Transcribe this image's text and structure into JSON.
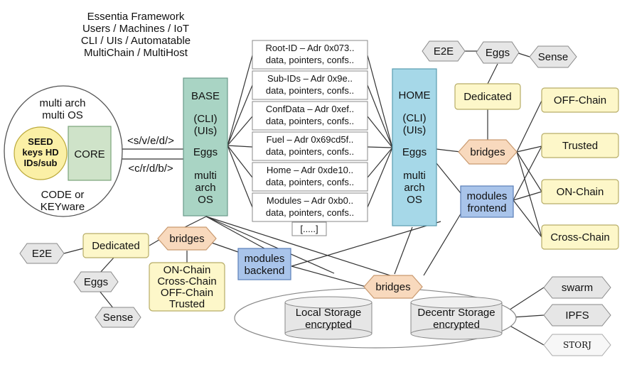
{
  "header": {
    "lines": [
      "Essentia Framework",
      "Users / Machines / IoT",
      "CLI / UIs / Automatable",
      "MultiChain / MultiHost"
    ]
  },
  "left_group": {
    "arch_lines": [
      "multi arch",
      "multi OS"
    ],
    "seed_lines": [
      "SEED",
      "keys HD",
      "IDs/sub"
    ],
    "core": "CORE",
    "code_lines": [
      "CODE or",
      "KEYware"
    ]
  },
  "links": {
    "s_path": "<s/v/e/d/>",
    "c_path": "<c/r/d/b/>"
  },
  "base_node": {
    "lines": [
      "BASE",
      "",
      "(CLI)",
      "(UIs)",
      "",
      "Eggs",
      "",
      "multi",
      "arch",
      "OS"
    ]
  },
  "home_node": {
    "lines": [
      "HOME",
      "",
      "(CLI)",
      "(UIs)",
      "",
      "Eggs",
      "",
      "multi",
      "arch",
      "OS"
    ]
  },
  "records": [
    {
      "title": "Root-ID – Adr 0x073..",
      "sub": "data, pointers, confs.."
    },
    {
      "title": "Sub-IDs – Adr 0x9e..",
      "sub": "data, pointers, confs.."
    },
    {
      "title": "ConfData – Adr 0xef..",
      "sub": "data, pointers, confs.."
    },
    {
      "title": "Fuel – Adr 0x69cd5f..",
      "sub": "data, pointers, confs.."
    },
    {
      "title": "Home – Adr 0xde10..",
      "sub": "data, pointers, confs.."
    },
    {
      "title": "Modules – Adr 0xb0..",
      "sub": "data, pointers, confs.."
    }
  ],
  "records_more": "[.....]",
  "top_right": {
    "e2e": "E2E",
    "eggs": "Eggs",
    "sense": "Sense",
    "dedicated": "Dedicated",
    "bridges": "bridges",
    "modules_lines": [
      "modules",
      "frontend"
    ],
    "chains": [
      "OFF-Chain",
      "Trusted",
      "ON-Chain",
      "Cross-Chain"
    ]
  },
  "bottom_left": {
    "e2e": "E2E",
    "dedicated": "Dedicated",
    "eggs": "Eggs",
    "sense": "Sense",
    "bridges": "bridges",
    "chain_lines": [
      "ON-Chain",
      "Cross-Chain",
      "OFF-Chain",
      "Trusted"
    ],
    "modules_lines": [
      "modules",
      "backend"
    ]
  },
  "storage": {
    "bridges": "bridges",
    "local_lines": [
      "Local Storage",
      "encrypted"
    ],
    "decentr_lines": [
      "Decentr Storage",
      "encrypted"
    ],
    "networks": [
      "swarm",
      "IPFS",
      "STORJ"
    ]
  },
  "colors": {
    "base_fill": "#a9d4c4",
    "home_fill": "#a6d8e8",
    "core_fill": "#cfe3c9",
    "seed_fill": "#fbf0a6",
    "yellow_box": "#fdf7c9",
    "bridges_fill": "#f8d9bd",
    "modules_fill": "#a9c4ea",
    "gray_fill": "#e6e6e6"
  }
}
